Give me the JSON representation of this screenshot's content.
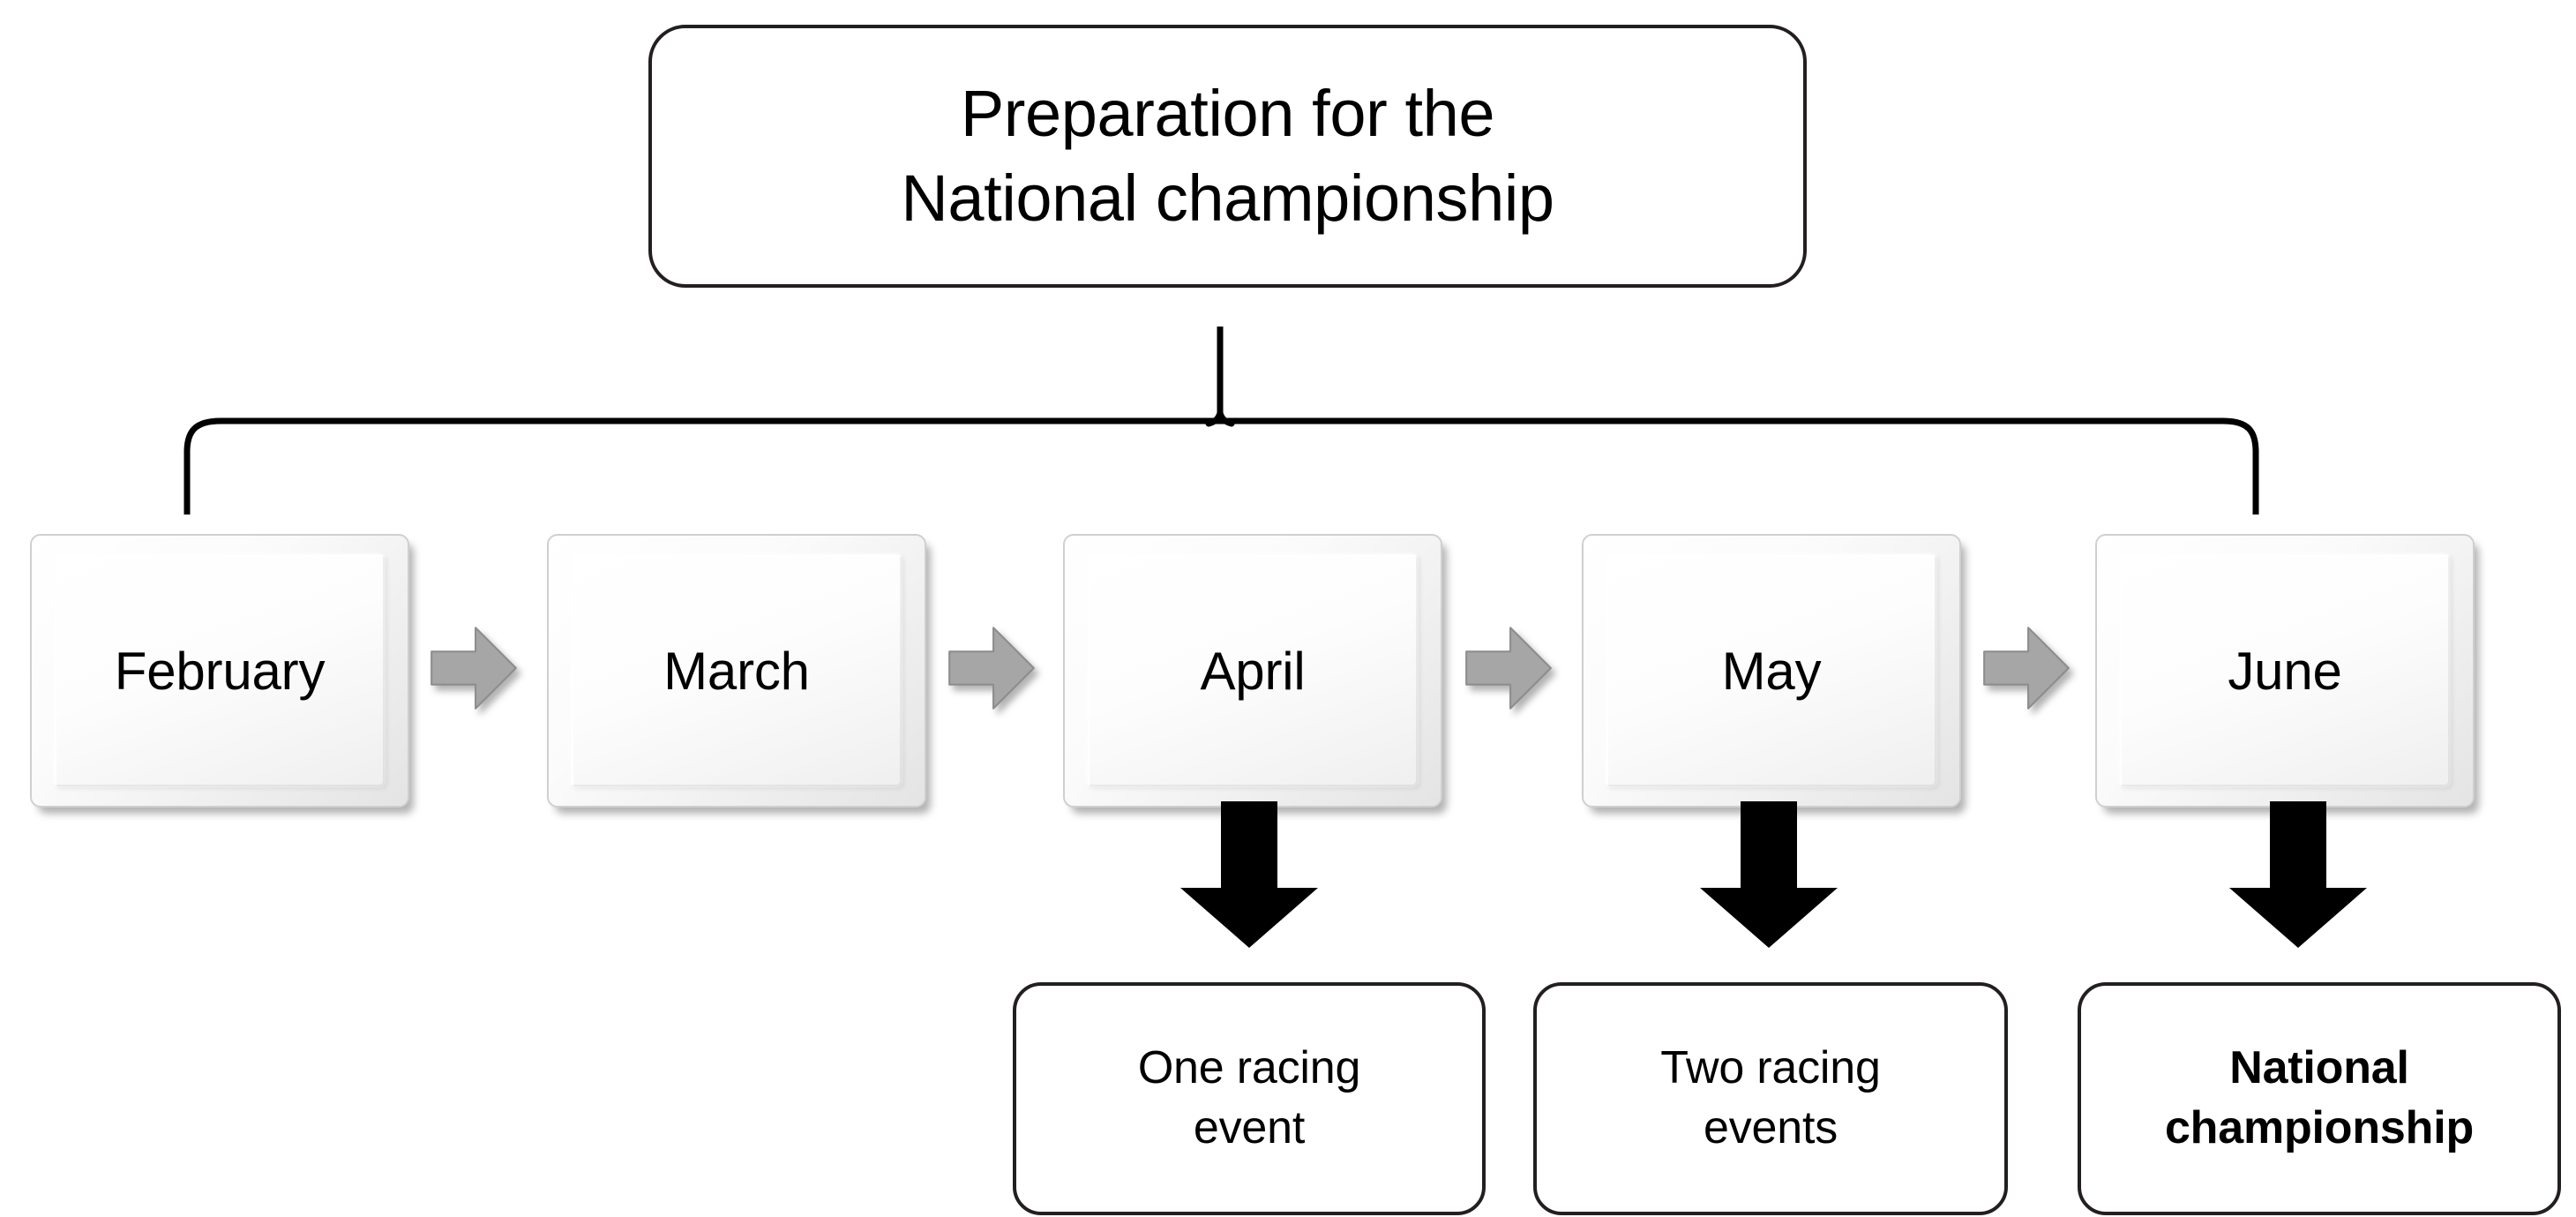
{
  "diagram": {
    "title_box": {
      "text": "Preparation for the\nNational championship",
      "lines": [
        "Preparation for the",
        "National championship"
      ]
    },
    "timeline": {
      "months": [
        {
          "label": "February"
        },
        {
          "label": "March"
        },
        {
          "label": "April"
        },
        {
          "label": "May"
        },
        {
          "label": "June"
        }
      ],
      "step_arrow_icon": "chevron-right-arrow-icon",
      "step_arrow_count": 4,
      "step_arrow_color": "#a6a6a6"
    },
    "outcomes": [
      {
        "text": "One racing\nevent",
        "bold": false,
        "from_month": "April"
      },
      {
        "text": "Two racing\nevents",
        "bold": false,
        "from_month": "May"
      },
      {
        "text": "National\nchampionship",
        "bold": true,
        "from_month": "June"
      }
    ],
    "outcome_arrow_icon": "down-arrow-icon",
    "outcome_arrow_color": "#000000",
    "connector": {
      "type": "curly-brace-bracket",
      "icon": "brace-connector-icon",
      "color": "#000000"
    },
    "colors": {
      "background": "#ffffff",
      "outline": "#231f20",
      "text": "#000000",
      "box_fill": "#ffffff",
      "month_box_fill_light": "#ffffff",
      "month_box_fill_shade": "#e4e4e4",
      "month_box_border": "#cfcfcf",
      "step_arrow": "#a6a6a6",
      "step_arrow_edge": "#8d8d8d"
    }
  }
}
